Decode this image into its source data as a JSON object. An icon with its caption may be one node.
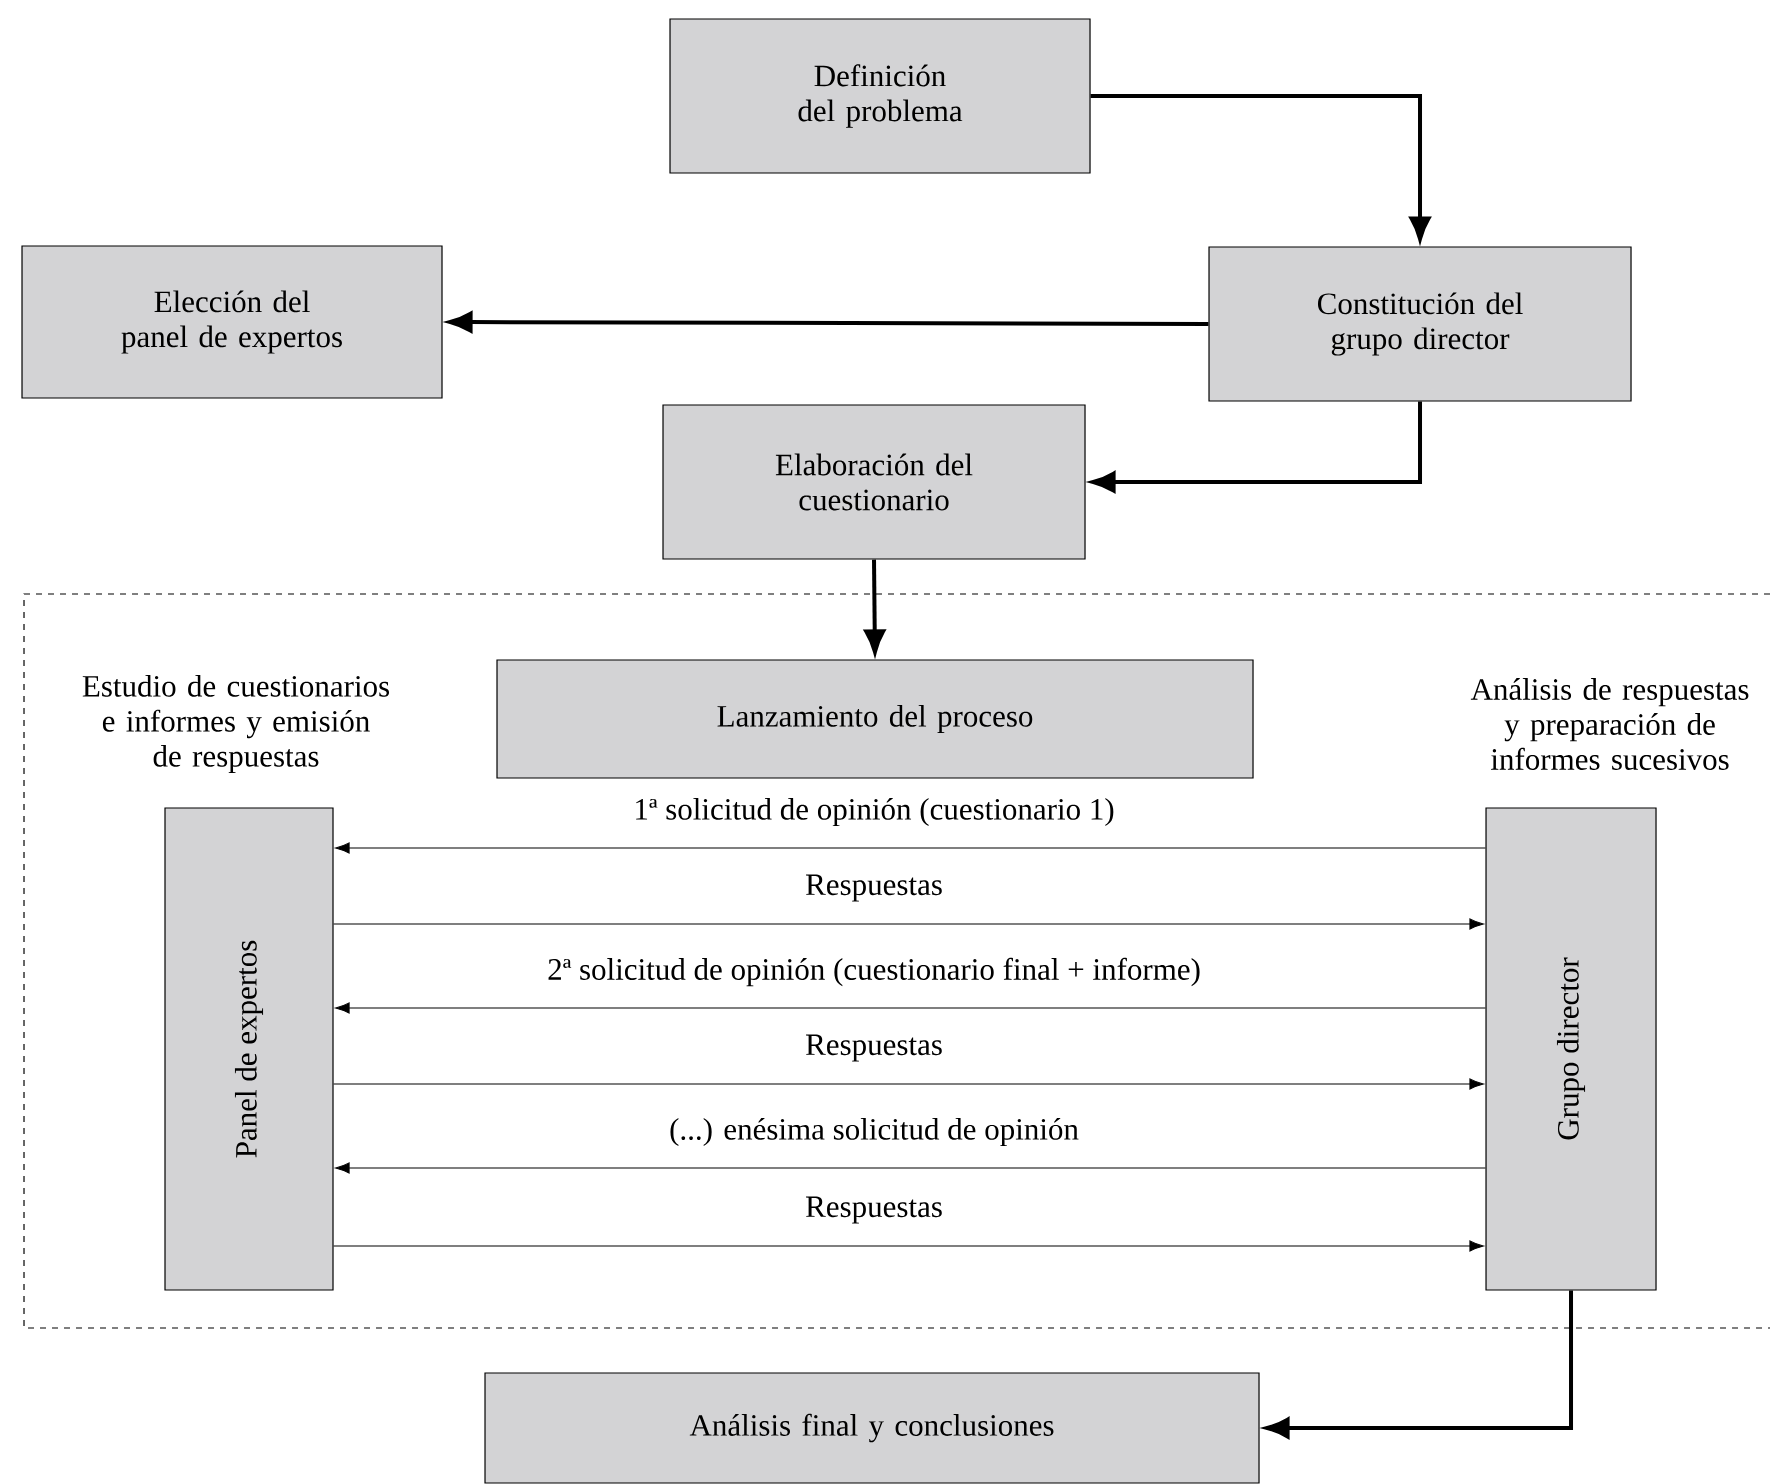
{
  "diagram": {
    "nodes": [
      {
        "text": [
          "Definición del problema"
        ]
      },
      {
        "text": [
          "Elección del panel de expertos"
        ]
      },
      {
        "text": [
          "Constitución del grupo director"
        ]
      },
      {
        "text": [
          "Elaboración del cuestionario"
        ]
      },
      {
        "text": [
          "Estudio de cuestionarios e informes y emisión de respuestas",
          "Análisis de respuestas y preparación de informes sucesivos"
        ]
      },
      {
        "text": [
          "Lanzamiento del proceso"
        ],
        "in": 4
      },
      {
        "text": [
          "Panel de expertos"
        ],
        "in": 4
      },
      {
        "text": [
          "Grupo director"
        ],
        "in": 4
      },
      {
        "text": [
          "Análisis final y conclusiones"
        ]
      }
    ],
    "edges": [
      {
        "from": 0,
        "to": 2,
        "arrow": "to",
        "style": "thick"
      },
      {
        "from": 2,
        "to": 1,
        "arrow": "to",
        "style": "thick"
      },
      {
        "from": 2,
        "to": 3,
        "arrow": "to",
        "style": "thick"
      },
      {
        "from": 3,
        "to": 5,
        "arrow": "to",
        "style": "thick"
      },
      {
        "from": 7,
        "to": 6,
        "arrow": "to",
        "label": "1ª solicitud de opinión (cuestionario 1)"
      },
      {
        "from": 6,
        "to": 7,
        "arrow": "to",
        "label": "Respuestas"
      },
      {
        "from": 7,
        "to": 6,
        "arrow": "to",
        "label": "2ª solicitud de opinión (cuestionario final + informe)"
      },
      {
        "from": 6,
        "to": 7,
        "arrow": "to",
        "label": "Respuestas"
      },
      {
        "from": 7,
        "to": 6,
        "arrow": "to",
        "label": "(...) enésima solicitud de opinión"
      },
      {
        "from": 6,
        "to": 7,
        "arrow": "to",
        "label": "Respuestas"
      },
      {
        "from": 7,
        "to": 8,
        "arrow": "to",
        "style": "thick"
      }
    ]
  }
}
